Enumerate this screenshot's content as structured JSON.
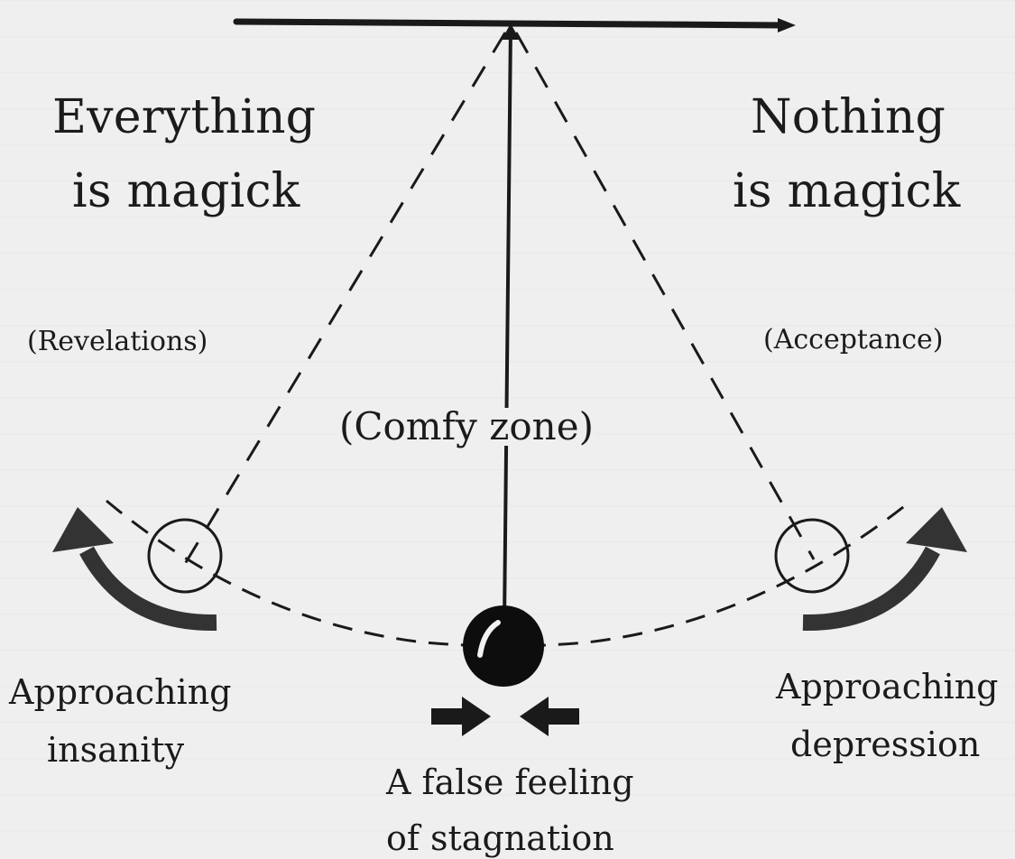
{
  "labels": {
    "left_top_line1": "Everything",
    "left_top_line2": "is magick",
    "right_top_line1": "Nothing",
    "right_top_line2": "is magick",
    "left_paren": "(Revelations)",
    "right_paren": "(Acceptance)",
    "center_paren": "(Comfy zone)",
    "left_bottom_line1": "Approaching",
    "left_bottom_line2": "insanity",
    "right_bottom_line1": "Approaching",
    "right_bottom_line2": "depression",
    "center_bottom_line1": "A false feeling",
    "center_bottom_line2": "of stagnation"
  },
  "colors": {
    "background": "#efefef",
    "ink": "#1a1a1a",
    "bob": "#0d0d0d"
  },
  "icons": {
    "pendulum": "pendulum-icon",
    "left_arrow": "curved-arrow-up-left-icon",
    "right_arrow": "curved-arrow-up-right-icon",
    "squeeze_arrows": "inward-arrows-icon"
  }
}
